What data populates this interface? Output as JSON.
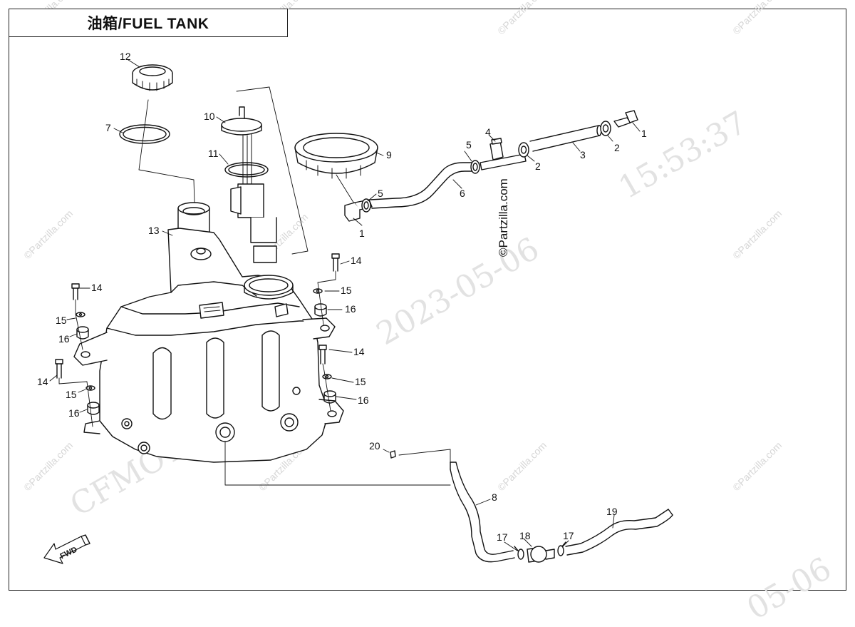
{
  "title": "油箱/FUEL TANK",
  "fwd_label": "FWD",
  "watermarks": {
    "copyright_small": "©Partzilla.com",
    "dark_vertical": "©Partzilla.com",
    "date_stamp": "2023-05-06",
    "time_stamp": "15:53:37",
    "partial_code": "CFMOTO",
    "partial_date": "05-06"
  },
  "callouts": [
    {
      "id": "c12",
      "label": "12"
    },
    {
      "id": "c7",
      "label": "7"
    },
    {
      "id": "c10",
      "label": "10"
    },
    {
      "id": "c11",
      "label": "11"
    },
    {
      "id": "c9",
      "label": "9"
    },
    {
      "id": "c5a",
      "label": "5"
    },
    {
      "id": "c5b",
      "label": "5"
    },
    {
      "id": "c1a",
      "label": "1"
    },
    {
      "id": "c1b",
      "label": "1"
    },
    {
      "id": "c4",
      "label": "4"
    },
    {
      "id": "c2a",
      "label": "2"
    },
    {
      "id": "c2b",
      "label": "2"
    },
    {
      "id": "c3",
      "label": "3"
    },
    {
      "id": "c6",
      "label": "6"
    },
    {
      "id": "c13",
      "label": "13"
    },
    {
      "id": "c14a",
      "label": "14"
    },
    {
      "id": "c14b",
      "label": "14"
    },
    {
      "id": "c14c",
      "label": "14"
    },
    {
      "id": "c14d",
      "label": "14"
    },
    {
      "id": "c15a",
      "label": "15"
    },
    {
      "id": "c15b",
      "label": "15"
    },
    {
      "id": "c15c",
      "label": "15"
    },
    {
      "id": "c15d",
      "label": "15"
    },
    {
      "id": "c16a",
      "label": "16"
    },
    {
      "id": "c16b",
      "label": "16"
    },
    {
      "id": "c16c",
      "label": "16"
    },
    {
      "id": "c16d",
      "label": "16"
    },
    {
      "id": "c20",
      "label": "20"
    },
    {
      "id": "c8",
      "label": "8"
    },
    {
      "id": "c17a",
      "label": "17"
    },
    {
      "id": "c17b",
      "label": "17"
    },
    {
      "id": "c18",
      "label": "18"
    },
    {
      "id": "c19",
      "label": "19"
    }
  ]
}
